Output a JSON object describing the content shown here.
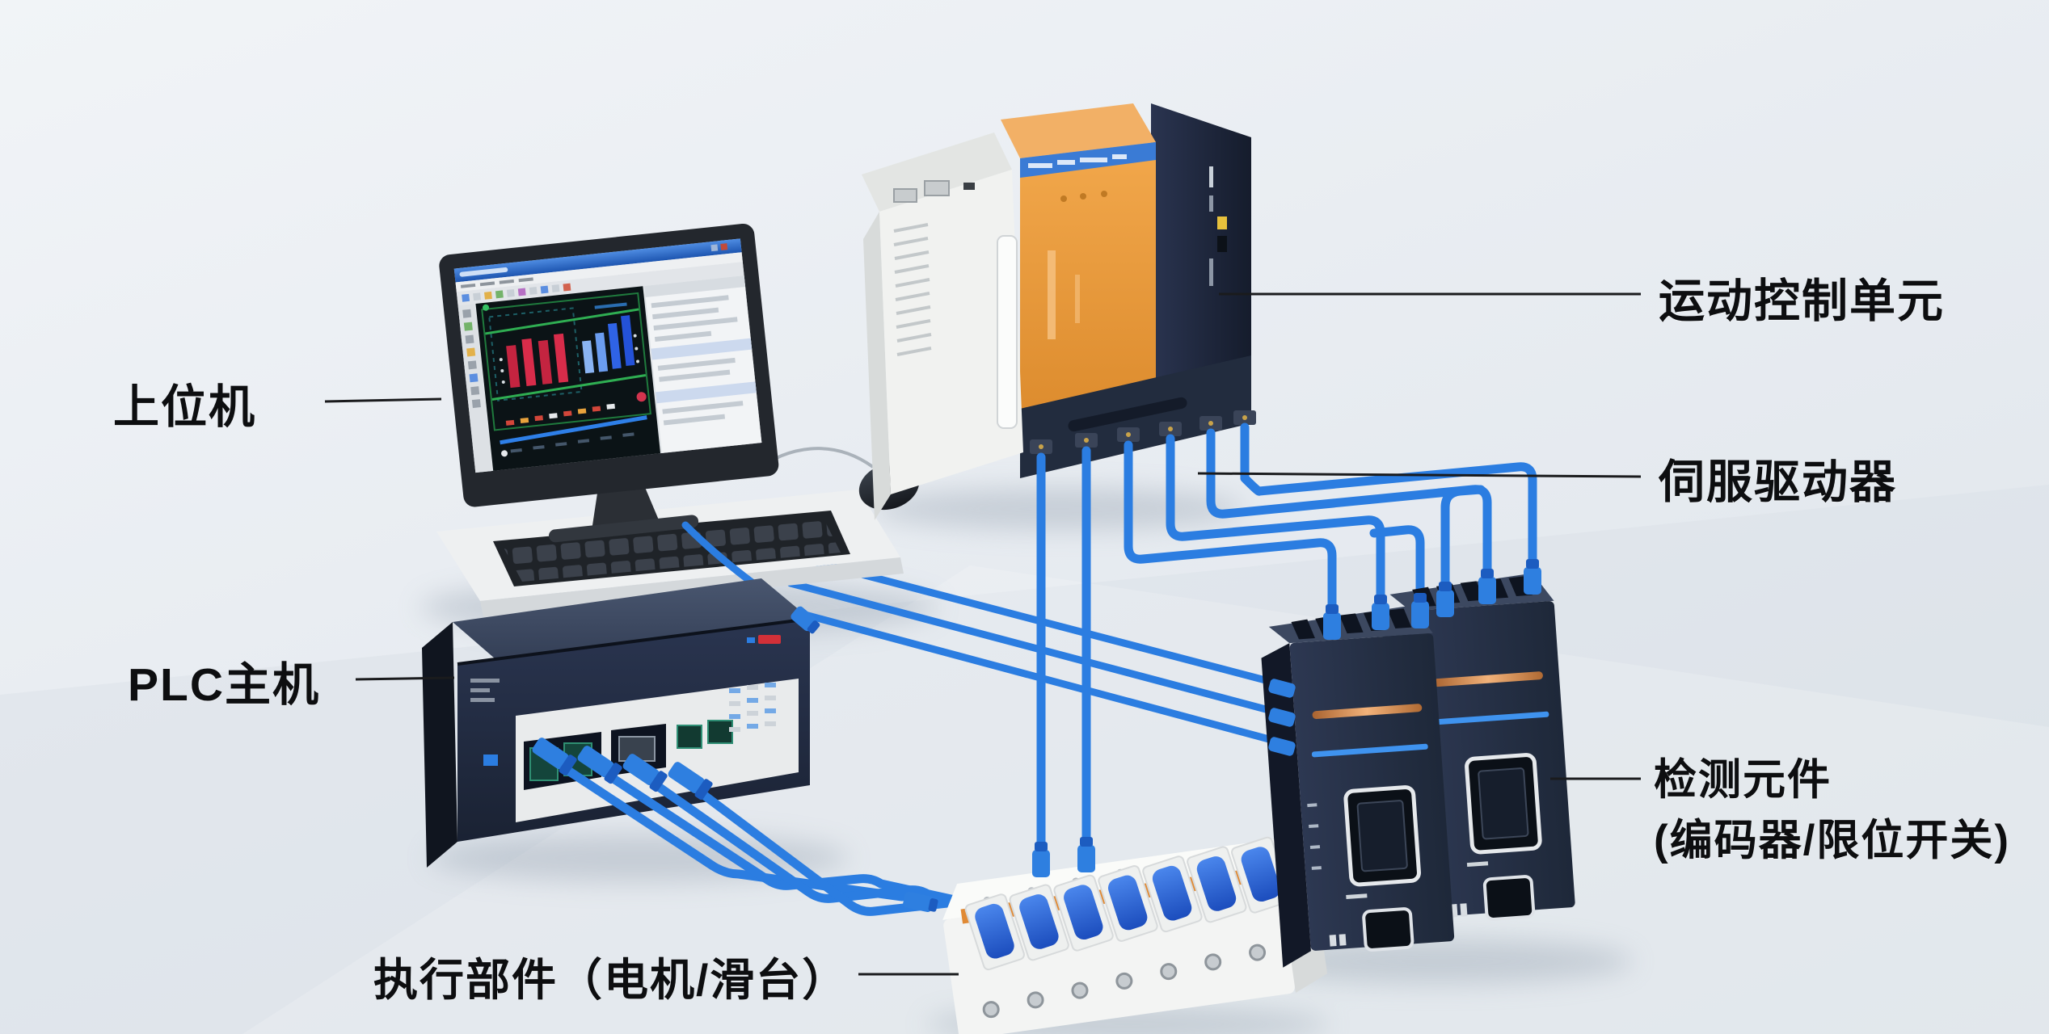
{
  "scene": {
    "background": "#e9edf2",
    "floor": "#dde3e9",
    "cable_color": "#2b7de1",
    "leader_color": "#1a1b1d",
    "label_color": "#0d0e10",
    "accent_orange": "#ea9a3e",
    "device_dark": "#232c3f"
  },
  "labels": {
    "host": "上位机",
    "plc": "PLC主机",
    "actuator": "执行部件（电机/滑台）",
    "motion": "运动控制单元",
    "servo": "伺服驱动器",
    "detection_line1": "检测元件",
    "detection_line2": "(编码器/限位开关)"
  }
}
